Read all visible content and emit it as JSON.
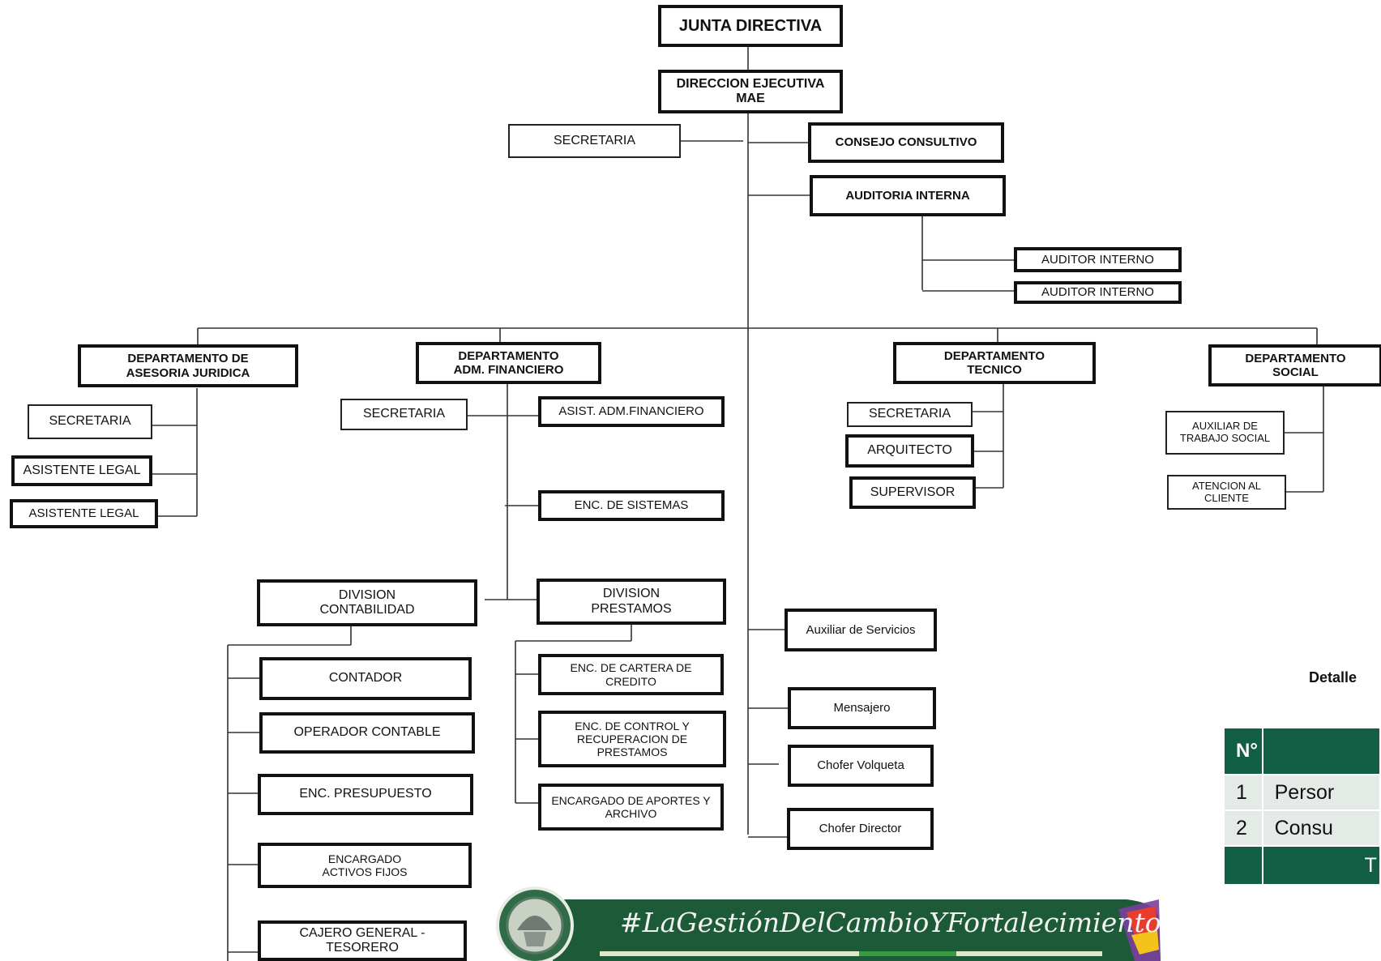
{
  "chart": {
    "junta": "JUNTA DIRECTIVA",
    "direccion": "DIRECCION EJECUTIVA\nMAE",
    "secretaria_top": "SECRETARIA",
    "consejo": "CONSEJO CONSULTIVO",
    "auditoria": "AUDITORIA INTERNA",
    "auditor_1": "AUDITOR INTERNO",
    "auditor_2": "AUDITOR INTERNO",
    "dept_juridica": "DEPARTAMENTO DE\nASESORIA JURIDICA",
    "dept_financiero": "DEPARTAMENTO\nADM. FINANCIERO",
    "dept_tecnico": "DEPARTAMENTO\nTECNICO",
    "dept_social": "DEPARTAMENTO\nSOCIAL",
    "jur_secretaria": "SECRETARIA",
    "jur_asistente_1": "ASISTENTE  LEGAL",
    "jur_asistente_2": "ASISTENTE  LEGAL",
    "fin_secretaria": "SECRETARIA",
    "fin_asist": "ASIST. ADM.FINANCIERO",
    "fin_sistemas": "ENC. DE SISTEMAS",
    "div_contabilidad": "DIVISION\nCONTABILIDAD",
    "div_prestamos": "DIVISION\nPRESTAMOS",
    "contador": "CONTADOR",
    "operador": "OPERADOR CONTABLE",
    "presupuesto": "ENC. PRESUPUESTO",
    "activos": "ENCARGADO\nACTIVOS FIJOS",
    "cajero": "CAJERO GENERAL -\nTESORERO",
    "cartera": "ENC. DE CARTERA DE\nCREDITO",
    "control": "ENC. DE CONTROL Y\nRECUPERACION DE\nPRESTAMOS",
    "aportes": "ENCARGADO DE  APORTES Y\nARCHIVO",
    "tec_secretaria": "SECRETARIA",
    "arquitecto": "ARQUITECTO",
    "supervisor": "SUPERVISOR",
    "aux_social": "AUXILIAR DE\nTRABAJO SOCIAL",
    "atencion": "ATENCION AL\nCLIENTE",
    "aux_servicios": "Auxiliar de Servicios",
    "mensajero": "Mensajero",
    "chofer_volqueta": "Chofer Volqueta",
    "chofer_director": "Chofer Director"
  },
  "detalle": {
    "title": "Detalle",
    "col_n": "N°",
    "rows": [
      {
        "n": "1",
        "text": "Persor"
      },
      {
        "n": "2",
        "text": "Consu"
      }
    ],
    "total_fragment": "T"
  },
  "banner": {
    "text": "#LaGestiónDelCambioYFortalecimiento",
    "colors": {
      "bg": "#1d5a37",
      "text": "#f2f2f2",
      "accent": [
        "#e63d2f",
        "#f3c21b",
        "#3a9a3f",
        "#7a3fa0",
        "#2b6fc4"
      ]
    }
  }
}
